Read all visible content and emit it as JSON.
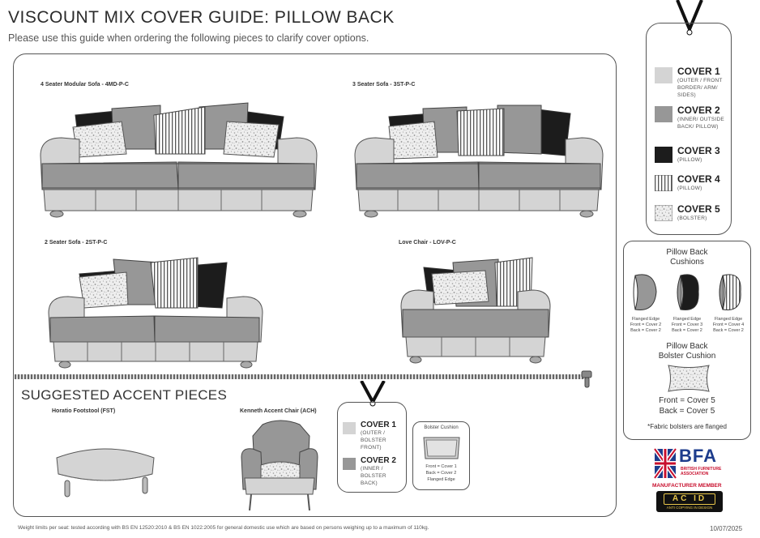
{
  "header": {
    "title": "VISCOUNT MIX COVER GUIDE: PILLOW BACK",
    "subtitle": "Please use this guide when ordering the following pieces to clarify cover options."
  },
  "sofas": [
    {
      "label": "4 Seater Modular Sofa - 4MD-P-C"
    },
    {
      "label": "3 Seater Sofa - 3ST-P-C"
    },
    {
      "label": "2 Seater Sofa - 2ST-P-C"
    },
    {
      "label": "Love Chair - LOV-P-C"
    }
  ],
  "accent": {
    "heading": "SUGGESTED ACCENT PIECES",
    "footstool_label": "Horatio Footstool (FST)",
    "chair_label": "Kenneth Accent Chair (ACH)"
  },
  "covers": [
    {
      "title": "COVER 1",
      "desc": "(OUTER / FRONT BORDER/ ARM/ SIDES)",
      "color": "#d4d4d4"
    },
    {
      "title": "COVER 2",
      "desc": "(INNER/ OUTSIDE BACK/ PILLOW)",
      "color": "#979797"
    },
    {
      "title": "COVER 3",
      "desc": "(PILLOW)",
      "color": "#1c1c1c"
    },
    {
      "title": "COVER 4",
      "desc": "(PILLOW)",
      "color": "stripe"
    },
    {
      "title": "COVER 5",
      "desc": "(BOLSTER)",
      "color": "speckle"
    }
  ],
  "accent_covers": [
    {
      "title": "COVER 1",
      "desc": "(OUTER / BOLSTER FRONT)"
    },
    {
      "title": "COVER 2",
      "desc": "(INNER / BOLSTER BACK)"
    }
  ],
  "bolster_box": {
    "title": "Bolster Cushion",
    "line1": "Front = Cover 1",
    "line2": "Back = Cover 2",
    "line3": "Flanged Edge"
  },
  "cushions": {
    "title_line1": "Pillow Back",
    "title_line2": "Cushions",
    "items": [
      {
        "line1": "Flanged Edge",
        "line2": "Front = Cover 2",
        "line3": "Back = Cover 2"
      },
      {
        "line1": "Flanged Edge",
        "line2": "Front = Cover 3",
        "line3": "Back = Cover 2"
      },
      {
        "line1": "Flanged Edge",
        "line2": "Front = Cover 4",
        "line3": "Back = Cover 2"
      }
    ],
    "bolster_title_line1": "Pillow Back",
    "bolster_title_line2": "Bolster Cushion",
    "bolster_front": "Front = Cover 5",
    "bolster_back": "Back = Cover 5",
    "note": "*Fabric bolsters are flanged"
  },
  "badges": {
    "bfa_name": "BFA",
    "bfa_sub": "BRITISH FURNITURE ASSOCIATION",
    "bfa_member": "MANUFACTURER MEMBER",
    "acid_logo": "AC ID",
    "acid_sub": "ANTI COPYING IN DESIGN"
  },
  "footer": {
    "note": "Weight limits per seat: tested according with BS EN 12520:2010 & BS EN 1022:2005 for general domestic use which are based on persons weighing up to a maximum of 110kg.",
    "date": "10/07/2025"
  },
  "colors": {
    "cover1": "#d4d4d4",
    "cover2": "#979797",
    "cover3": "#1c1c1c",
    "bfa_red": "#c8102e",
    "bfa_blue": "#1d3c8c"
  }
}
